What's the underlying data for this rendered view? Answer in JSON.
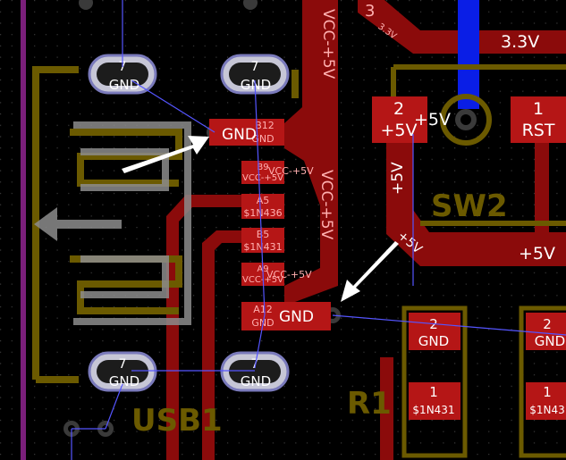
{
  "colors": {
    "background": "#000000",
    "grid_dot": "#3a3a3a",
    "copper_top": "#8b0b0b",
    "pad_fill": "#b51616",
    "pad_outline": "#5a0000",
    "silkscreen": "#6b5a00",
    "fab_gray": "#8c8c8c",
    "board_edge": "#7a1f7a",
    "ratsnest": "#5555ff",
    "via_ring": "#3a3a3a",
    "blue_trace": "#0a1ee6",
    "arrow": "#ffffff",
    "label_white": "#ffffff",
    "label_pink": "#ffb0b0"
  },
  "usb1": {
    "ref": "USB1",
    "shield_pads": [
      {
        "num": "7",
        "net": "GND"
      },
      {
        "num": "7",
        "net": "GND"
      },
      {
        "num": "7",
        "net": "GND"
      },
      {
        "num": "7",
        "net": "GND"
      }
    ],
    "pins": [
      {
        "id": "A12",
        "net": "GND"
      },
      {
        "id": "B12",
        "net": "GND"
      },
      {
        "id": "B9",
        "net": "VCC-+5V"
      },
      {
        "id": "A5",
        "net": "$1N436"
      },
      {
        "id": "B5",
        "net": "$1N431"
      },
      {
        "id": "A9",
        "net": "VCC-+5V"
      }
    ]
  },
  "net_labels": {
    "gnd_upper": "GND",
    "gnd_lower": "GND",
    "vcc_trace_top": "VCC-+5V",
    "vcc_trace_mid": "VCC-+5V",
    "plus5v_left": "+5V",
    "plus5v_diag": "+5V",
    "plus5v_right": "+5V",
    "trace_3v3_small": "3.3V",
    "trace_3v3_big": "3.3V",
    "partial_top": "3"
  },
  "sw2": {
    "ref": "SW2",
    "pads": [
      {
        "num": "2",
        "net": "+5V",
        "via_label": "+5V"
      },
      {
        "num": "1",
        "net": "RST"
      }
    ]
  },
  "r1": {
    "ref": "R1",
    "pads": [
      {
        "num": "2",
        "net": "GND"
      },
      {
        "num": "1",
        "net": "$1N431"
      }
    ]
  },
  "r_right": {
    "pads": [
      {
        "num": "2",
        "net": "GND"
      },
      {
        "num": "1",
        "net": "$1N43"
      }
    ]
  }
}
